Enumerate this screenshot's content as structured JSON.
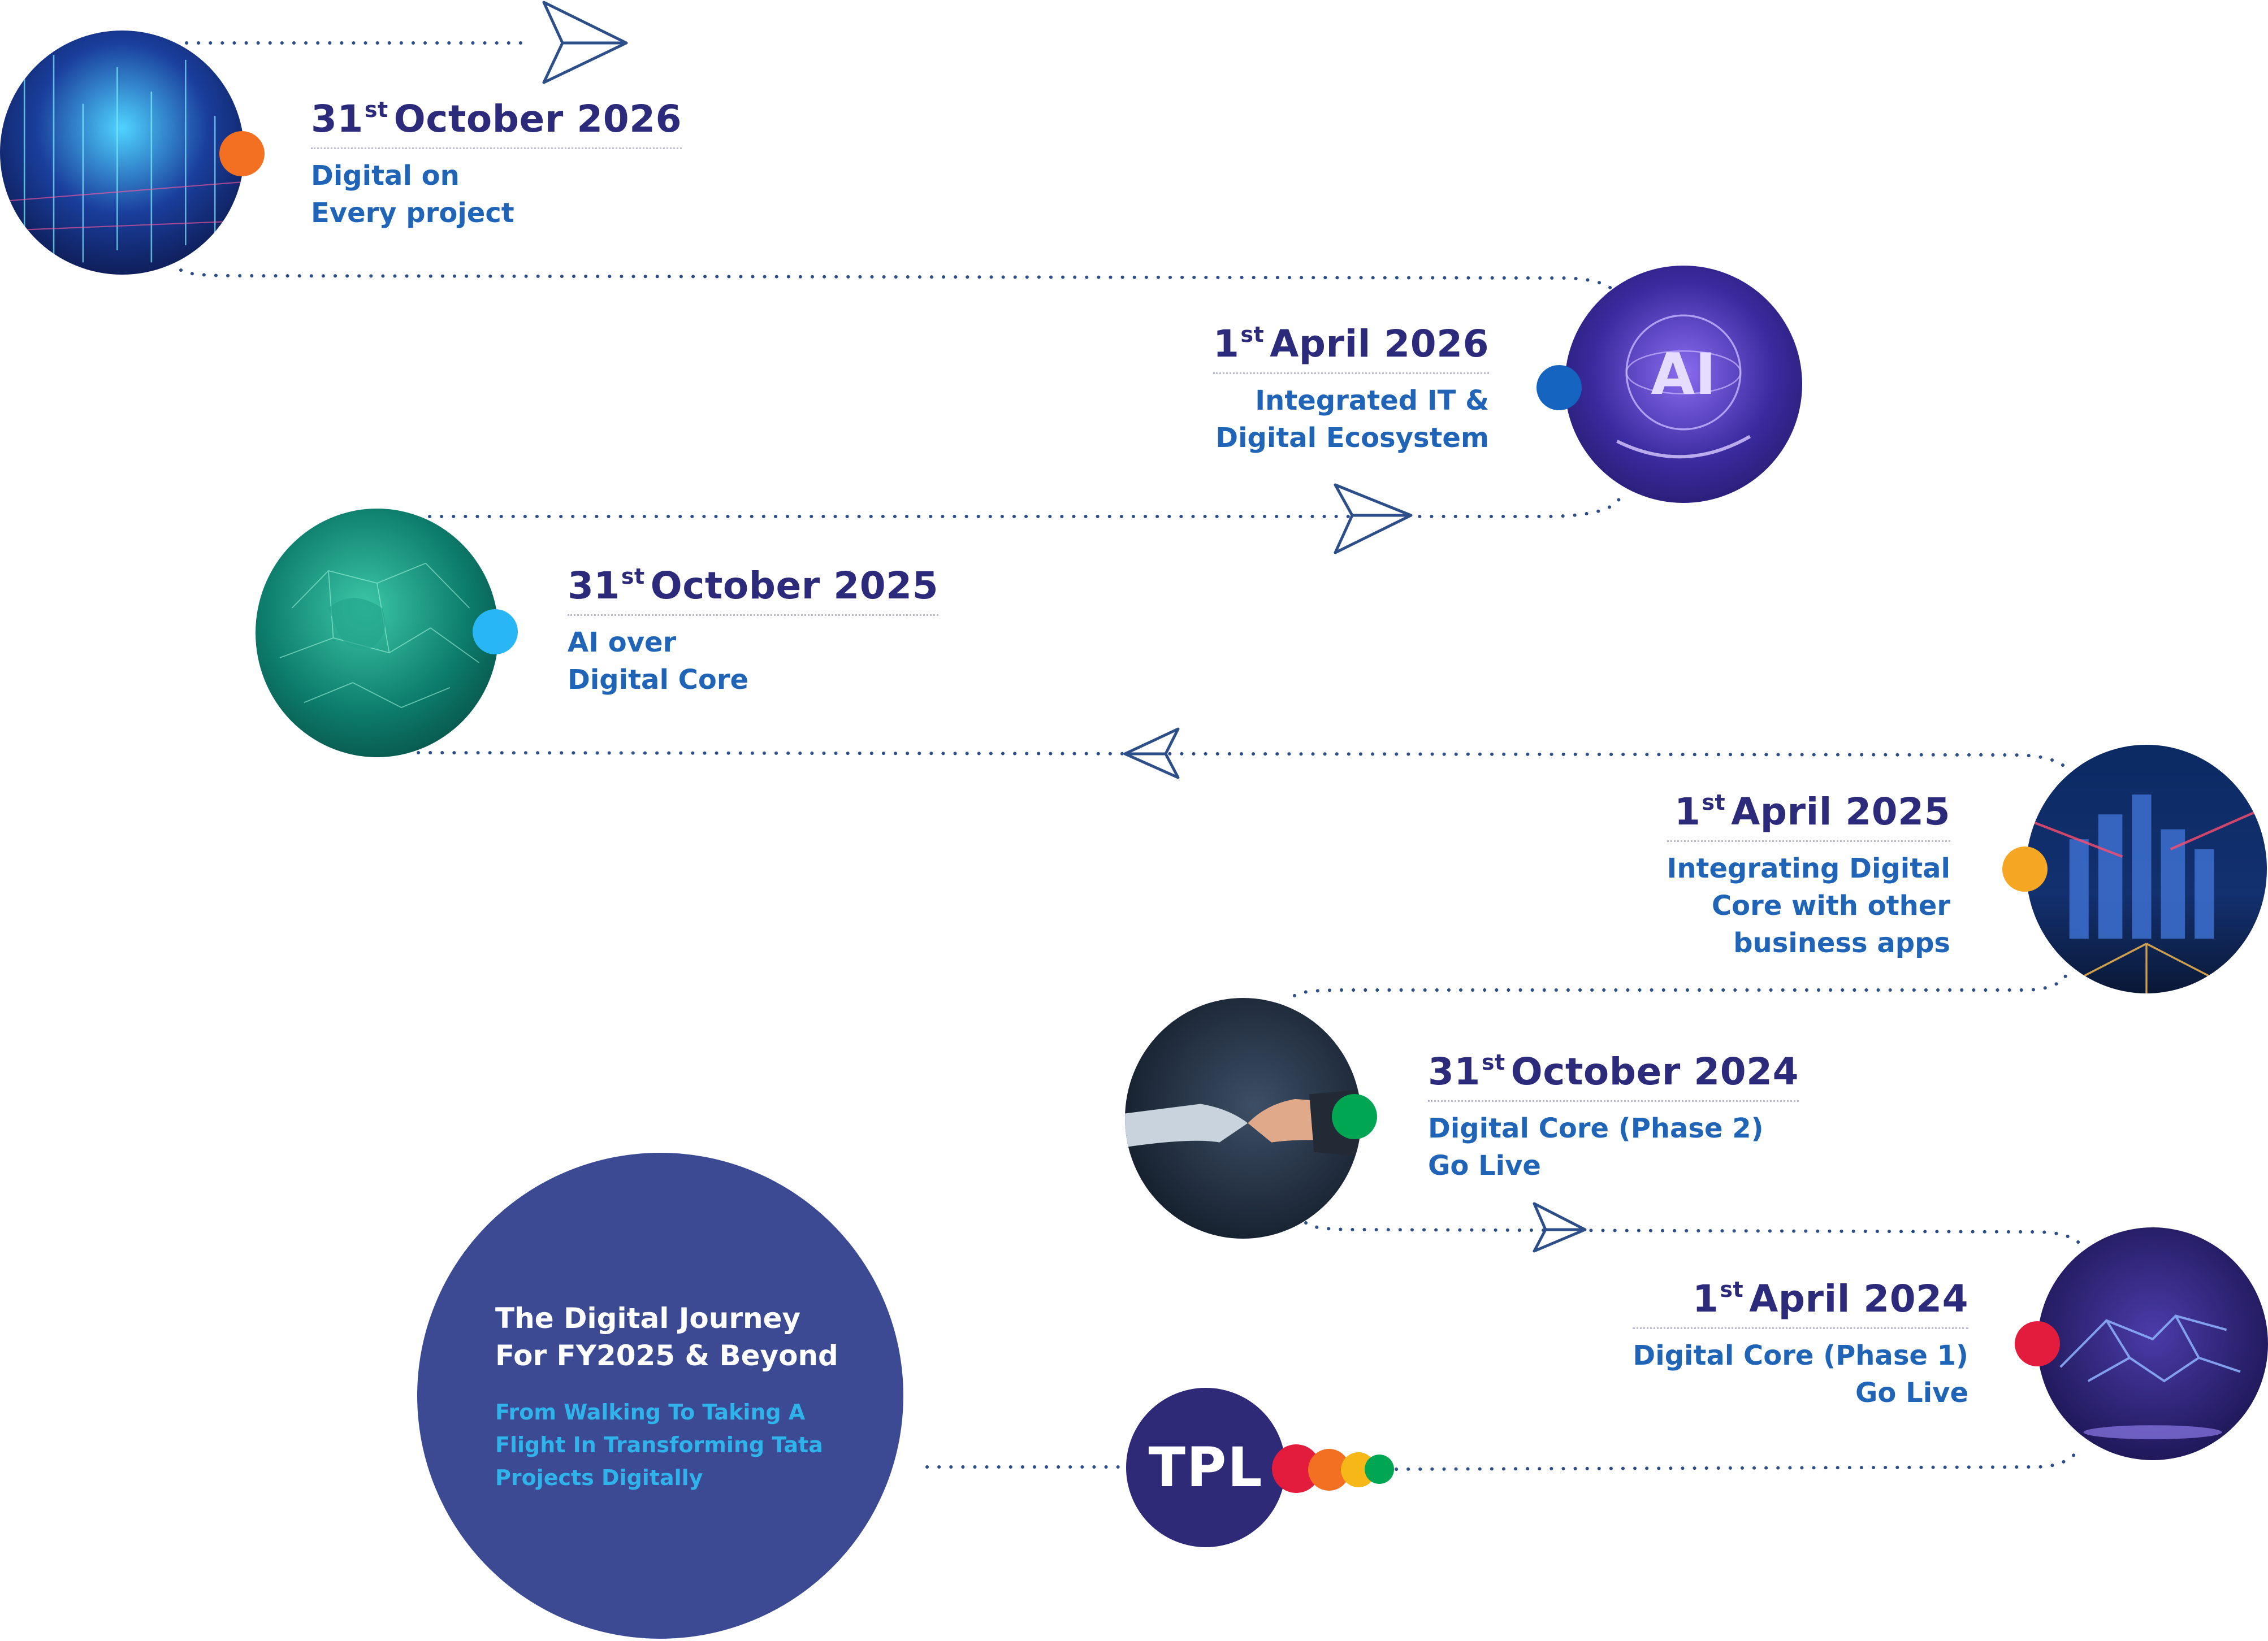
{
  "milestones": [
    {
      "day": "31",
      "suffix": "st",
      "month_year": "October 2026",
      "line1": "Digital on",
      "line2": "Every project",
      "line3": ""
    },
    {
      "day": "1",
      "suffix": "st",
      "month_year": "April 2026",
      "line1": "Integrated IT &",
      "line2": "Digital Ecosystem",
      "line3": ""
    },
    {
      "day": "31",
      "suffix": "st",
      "month_year": "October 2025",
      "line1": "AI over",
      "line2": "Digital Core",
      "line3": ""
    },
    {
      "day": "1",
      "suffix": "st",
      "month_year": "April 2025",
      "line1": "Integrating Digital",
      "line2": "Core with other",
      "line3": "business apps"
    },
    {
      "day": "31",
      "suffix": "st",
      "month_year": "October 2024",
      "line1": "Digital Core (Phase 2)",
      "line2": "Go Live",
      "line3": ""
    },
    {
      "day": "1",
      "suffix": "st",
      "month_year": "April 2024",
      "line1": "Digital Core (Phase 1)",
      "line2": "Go Live",
      "line3": ""
    }
  ],
  "photo_labels": {
    "ai_icon_text": "AI"
  },
  "hero": {
    "title_line1": "The Digital Journey",
    "title_line2": "For FY2025 & Beyond",
    "sub_line1": "From Walking To Taking A",
    "sub_line2": "Flight In Transforming Tata",
    "sub_line3": "Projects Digitally"
  },
  "logo": {
    "text": "TPL"
  },
  "colors": {
    "date_text": "#2b2a7b",
    "desc_text": "#1f64b6",
    "hero_bg": "#3c4a94",
    "hero_sub": "#2fb3ea",
    "path_dots": "#2c4f8a",
    "dot_orange": "#f36f21",
    "dot_blue": "#1565c0",
    "dot_cyan": "#29b6f6",
    "dot_amber": "#f5a623",
    "dot_green": "#00a651",
    "dot_red": "#e31c3d",
    "dot_yellow": "#f7b718"
  }
}
